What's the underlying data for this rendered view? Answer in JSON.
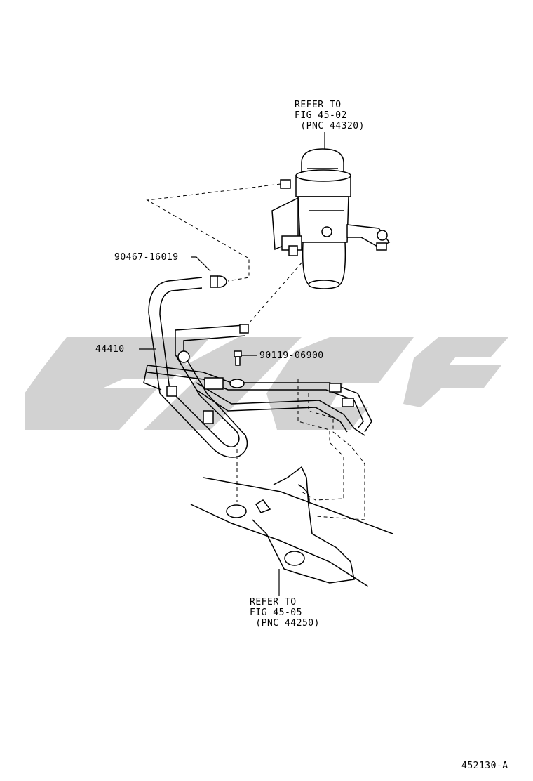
{
  "callouts": {
    "reservoir": {
      "lines": [
        "REFER TO",
        "FIG 45-02",
        " (PNC 44320)"
      ]
    },
    "gear": {
      "lines": [
        "REFER TO",
        "FIG 45-05",
        " (PNC 44250)"
      ]
    }
  },
  "parts": {
    "clamp": "90467-16019",
    "hose": "44410",
    "bolt": "90119-06900"
  },
  "figure_id": "452130-A",
  "watermark_color": "#d2d2d2",
  "line_color": "#000000"
}
